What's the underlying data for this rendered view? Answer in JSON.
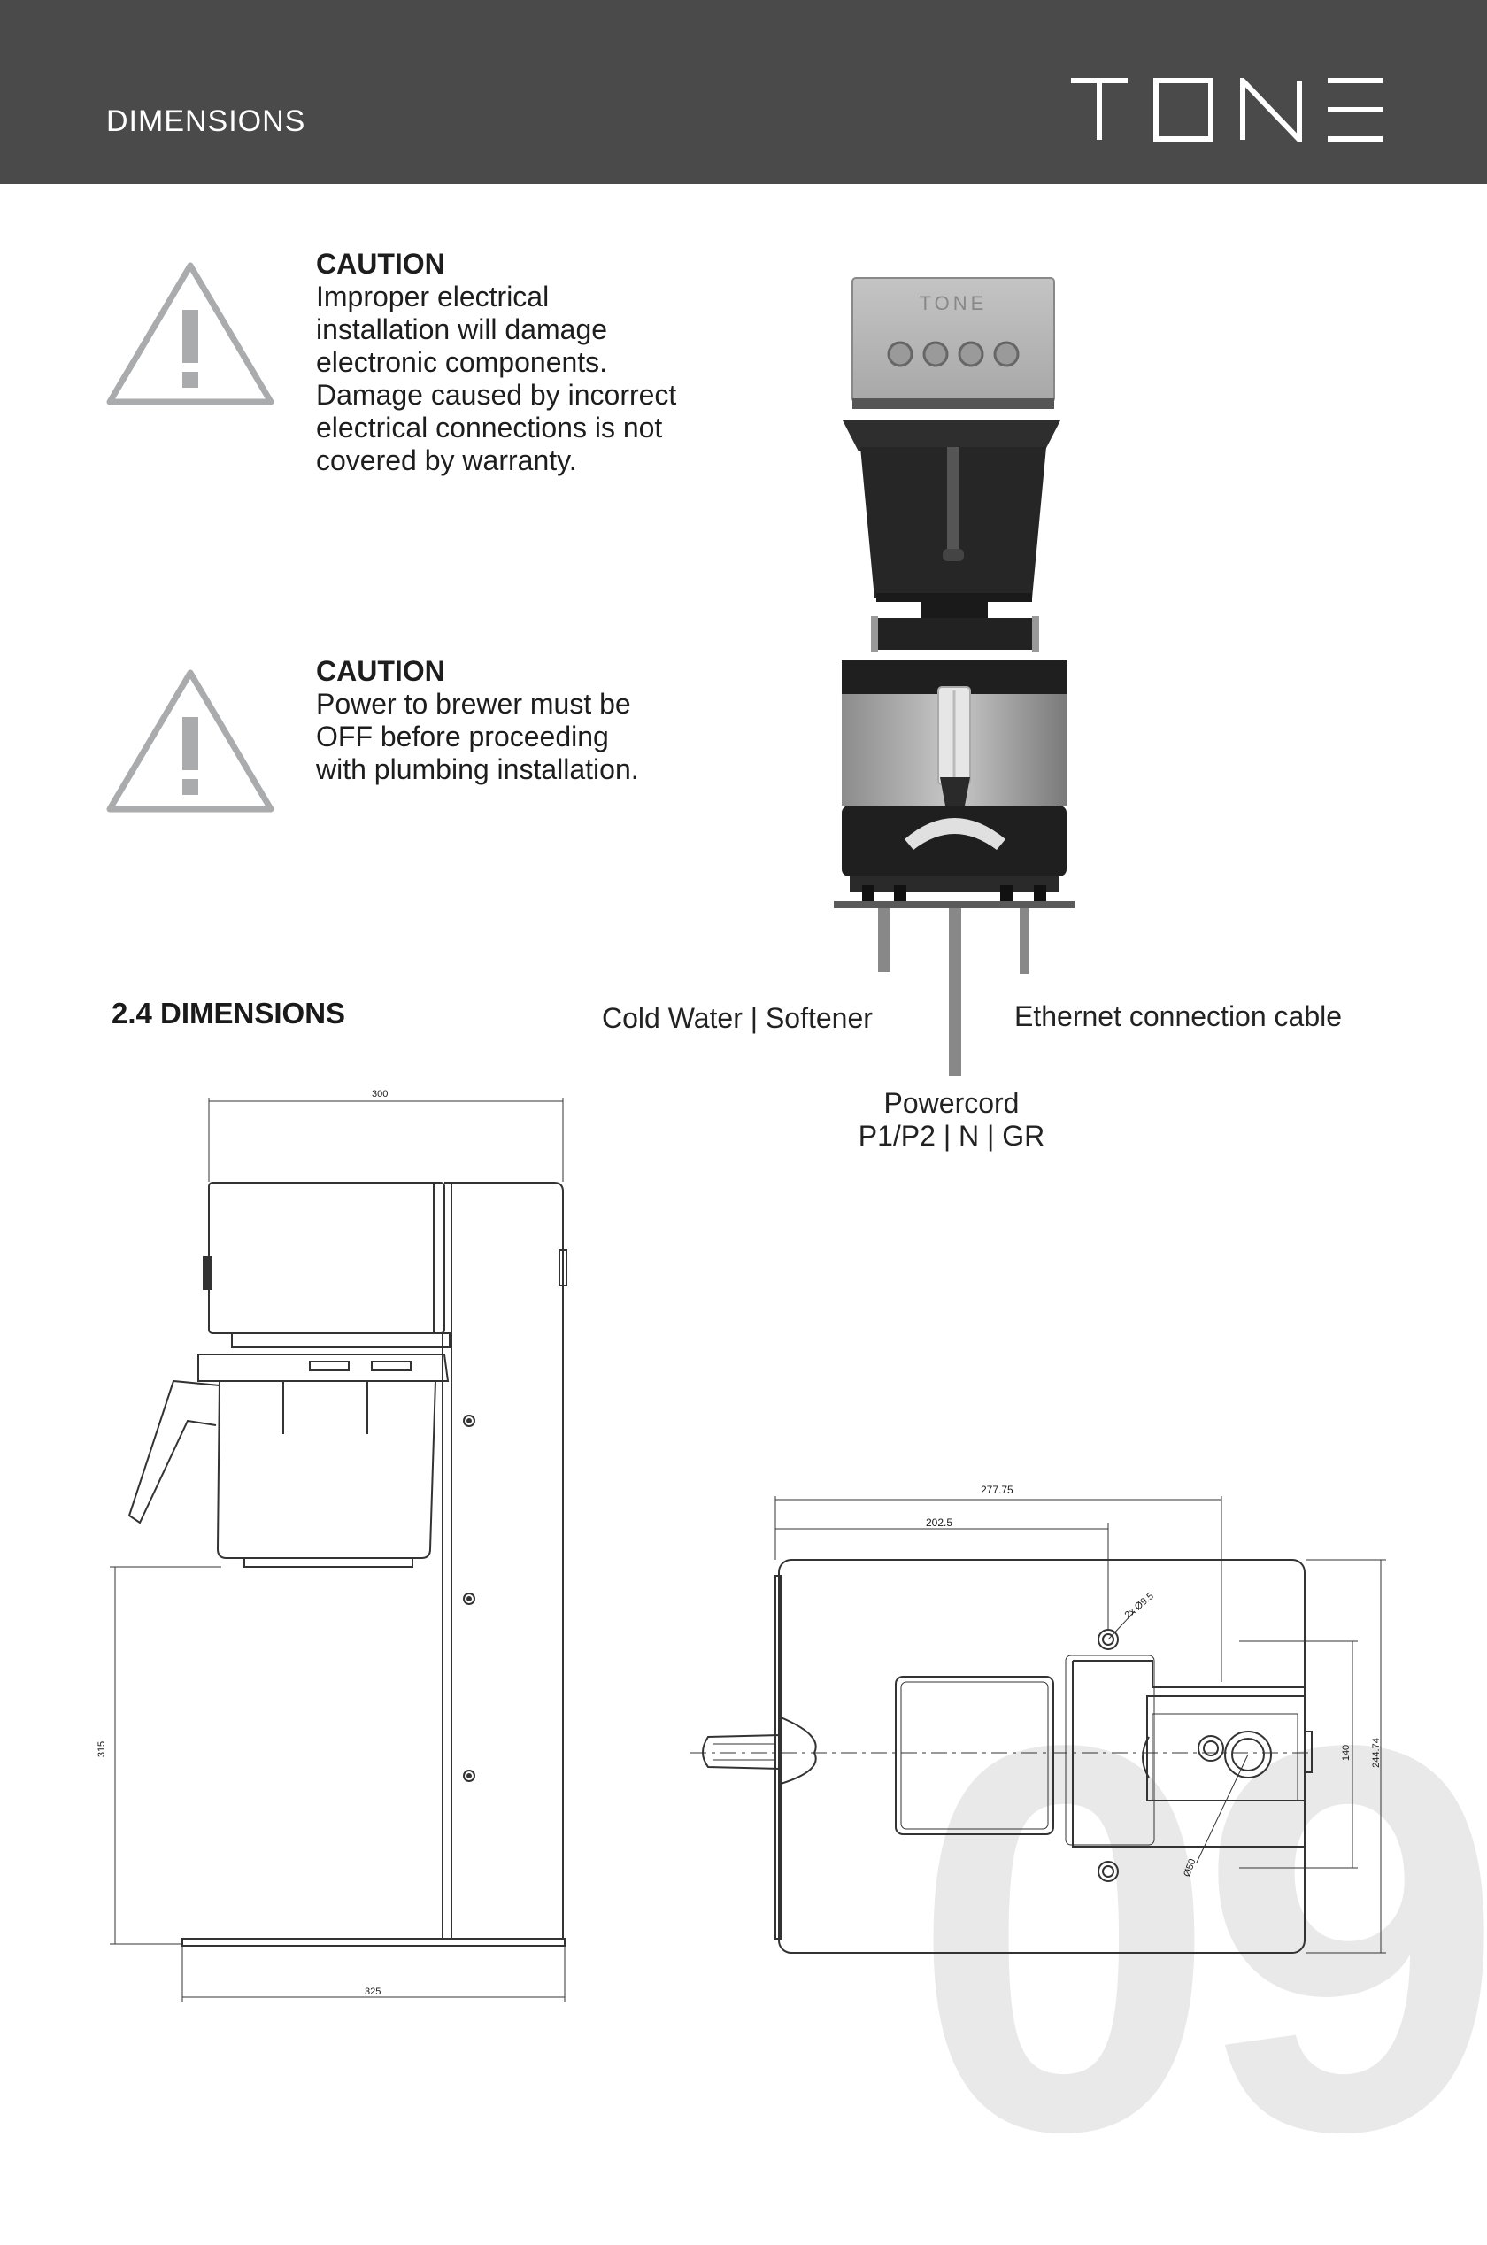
{
  "header": {
    "section_title": "DIMENSIONS",
    "brand": "TONE"
  },
  "cautions": [
    {
      "heading": "CAUTION",
      "body": "Improper electrical\ninstallation will damage\nelectronic components.\nDamage caused by incorrect\nelectrical connections is not\ncovered by warranty."
    },
    {
      "heading": "CAUTION",
      "body": "Power to brewer must be\nOFF  before proceeding\nwith plumbing  installation."
    }
  ],
  "section": {
    "heading": "2.4 DIMENSIONS"
  },
  "connection_labels": {
    "cold_water": "Cold Water | Softener",
    "ethernet": "Ethernet connection cable",
    "powercord_line1": "Powercord",
    "powercord_line2": "P1/P2 | N | GR"
  },
  "side_view": {
    "top_width": "300",
    "height": "315",
    "base_width": "325"
  },
  "bottom_view": {
    "width_outer": "277.75",
    "width_inner": "202.5",
    "hole_callout": "2x Ø9.5",
    "connector_callout": "Ø50",
    "height_inner": "140",
    "height_outer": "244.74"
  },
  "page_number": "09",
  "colors": {
    "header_bg": "#4a4a4b",
    "icon_grey": "#a9abad",
    "watermark": "#e9e9e9"
  }
}
